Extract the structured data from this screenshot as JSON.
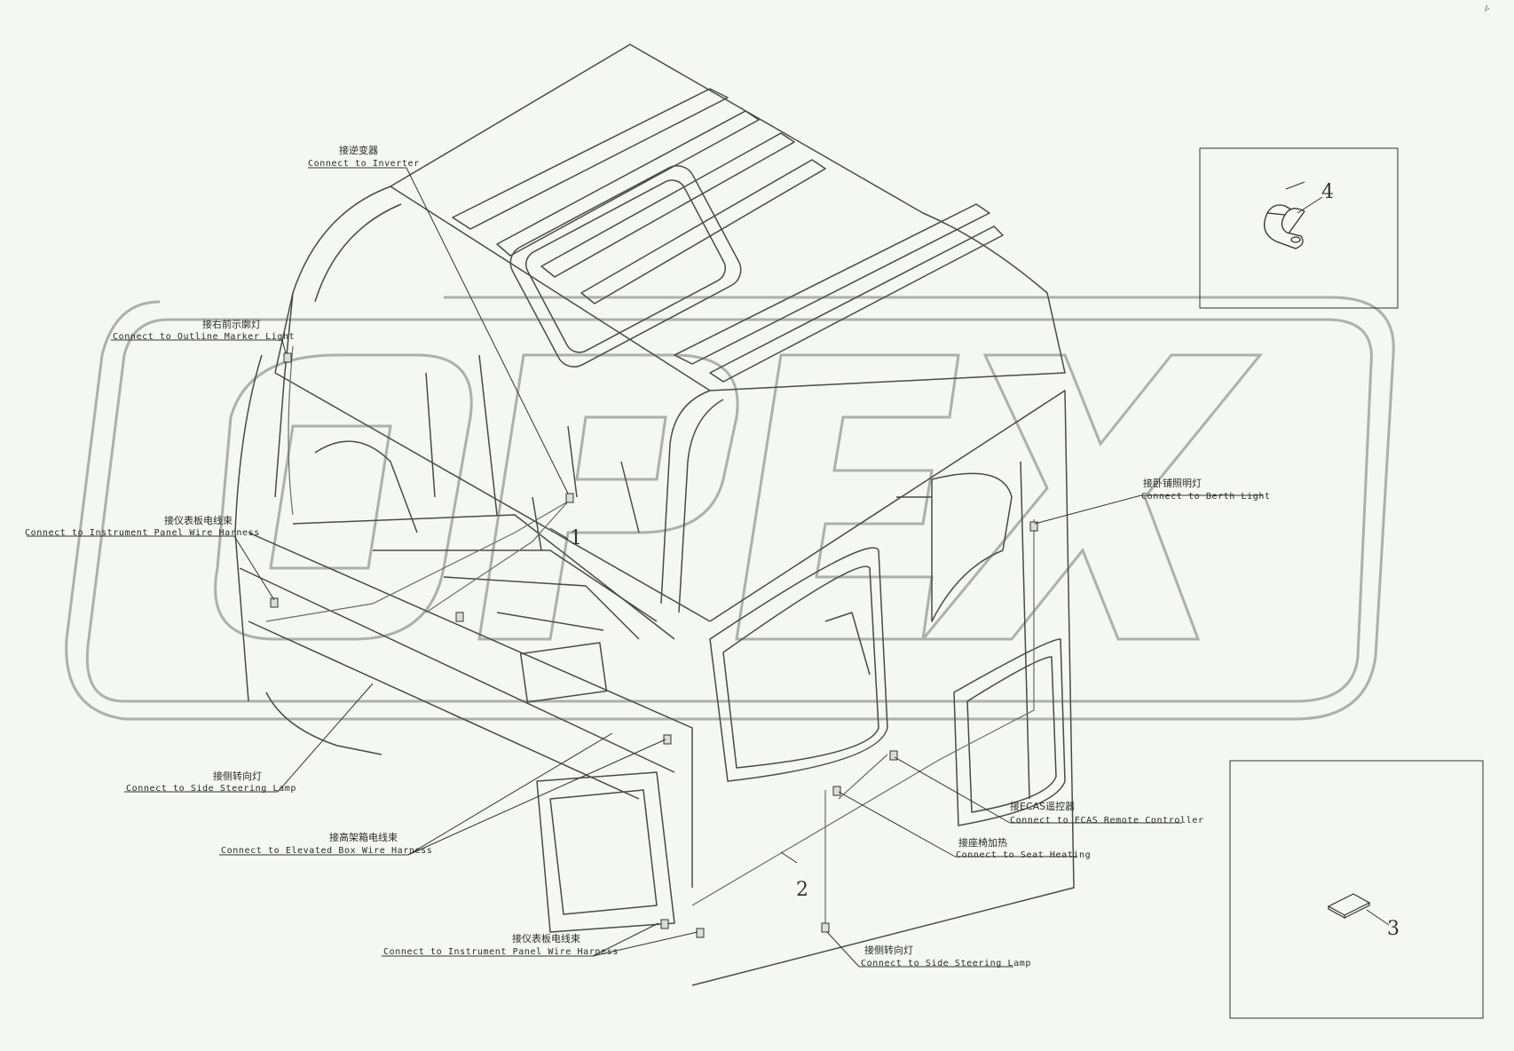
{
  "watermark": {
    "text": "OPEX",
    "color": "#9a9a9a"
  },
  "corner_mark": "ሪ",
  "callouts": [
    {
      "id": "inverter",
      "zh": "接逆变器",
      "en": "Connect to Inverter"
    },
    {
      "id": "outline_marker",
      "zh": "接右前示廓灯",
      "en": "Connect to Outline Marker Light"
    },
    {
      "id": "instrument_panel_left",
      "zh": "接仪表板电线束",
      "en": "Connect to Instrument Panel Wire Harness"
    },
    {
      "id": "side_steering_left",
      "zh": "接侧转向灯",
      "en": "Connect to Side Steering Lamp"
    },
    {
      "id": "elevated_box",
      "zh": "接高架箱电线束",
      "en": "Connect to Elevated Box Wire Harness"
    },
    {
      "id": "instrument_panel_bottom",
      "zh": "接仪表板电线束",
      "en": "Connect to Instrument Panel Wire Harness"
    },
    {
      "id": "berth_light",
      "zh": "接卧铺照明灯",
      "en": "Connect to Berth Light"
    },
    {
      "id": "ecas",
      "zh": "接ECAS遥控器",
      "en": "Connect to ECAS Remote Controller"
    },
    {
      "id": "seat_heating",
      "zh": "接座椅加热",
      "en": "Connect to Seat Heating"
    },
    {
      "id": "side_steering_right",
      "zh": "接侧转向灯",
      "en": "Connect to Side Steering Lamp"
    }
  ],
  "part_numbers": [
    "1",
    "2",
    "3",
    "4"
  ]
}
